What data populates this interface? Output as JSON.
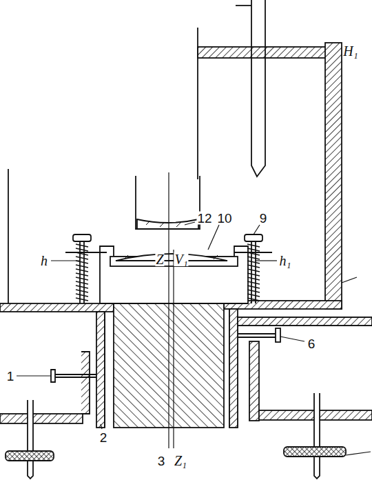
{
  "diagram": {
    "labels": [
      "H₁",
      "12",
      "10",
      "9",
      "Z",
      "V₁",
      "h",
      "h₁",
      "1",
      "6",
      "2",
      "3",
      "Z₁"
    ]
  }
}
